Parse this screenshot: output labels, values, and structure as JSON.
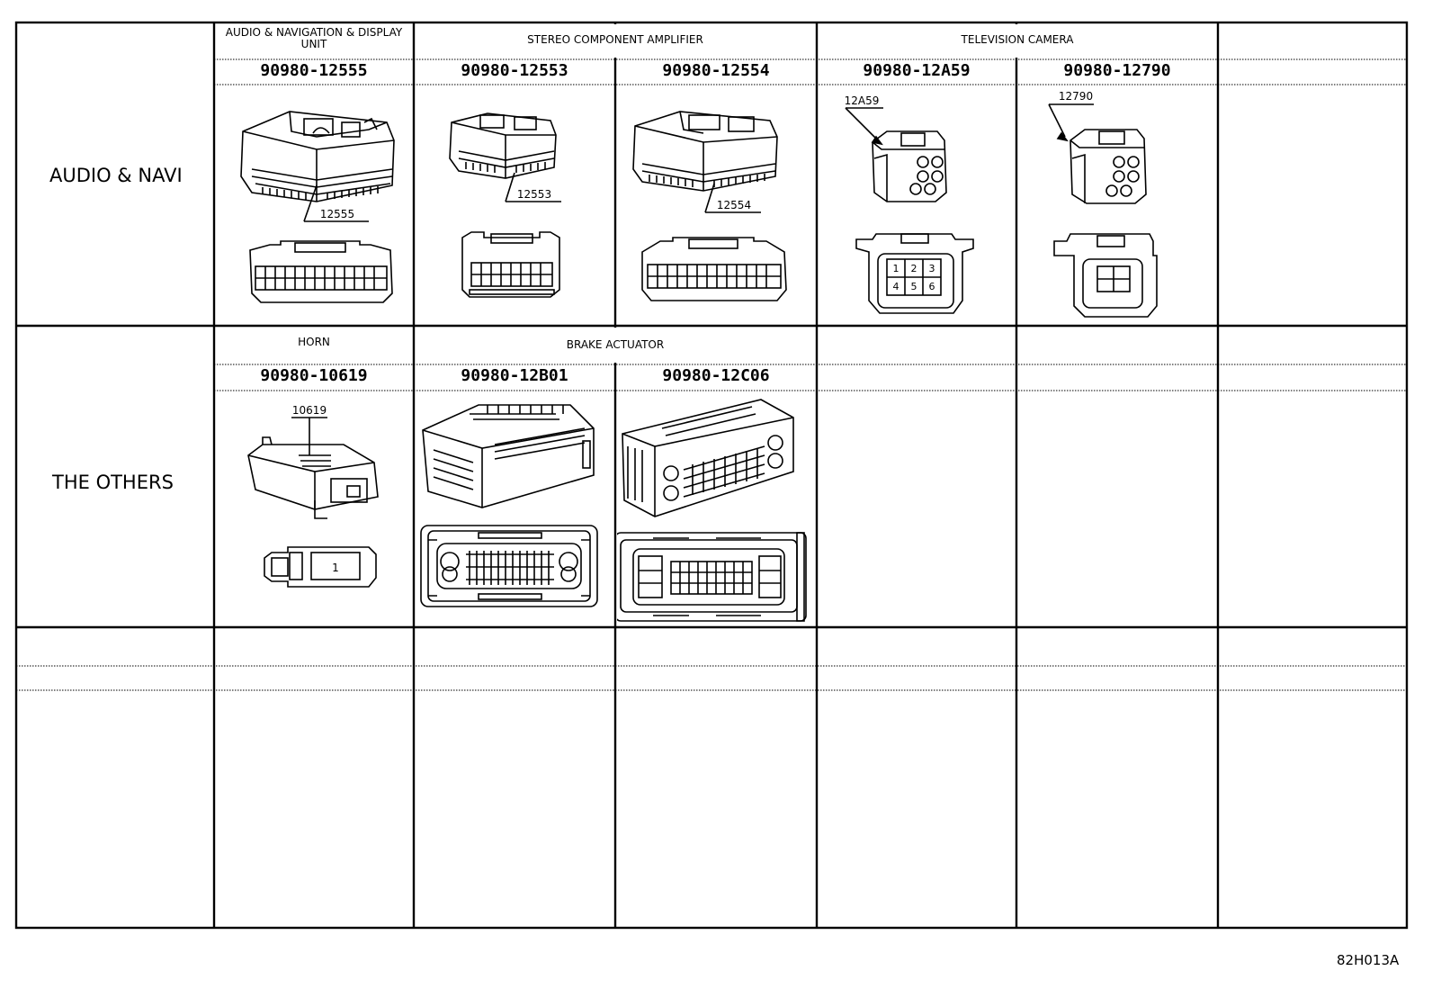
{
  "rows": [
    {
      "label": "AUDIO & NAVI",
      "groups": [
        "AUDIO & NAVIGATION & DISPLAY UNIT",
        "STEREO COMPONENT AMPLIFIER",
        "TELEVISION CAMERA"
      ],
      "parts": [
        {
          "number": "90980-12555",
          "tag": "12555"
        },
        {
          "number": "90980-12553",
          "tag": "12553"
        },
        {
          "number": "90980-12554",
          "tag": "12554"
        },
        {
          "number": "90980-12A59",
          "tag": "12A59"
        },
        {
          "number": "90980-12790",
          "tag": "12790"
        }
      ]
    },
    {
      "label": "THE OTHERS",
      "groups": [
        "HORN",
        "BRAKE ACTUATOR"
      ],
      "parts": [
        {
          "number": "90980-10619",
          "tag": "10619"
        },
        {
          "number": "90980-12B01",
          "tag": ""
        },
        {
          "number": "90980-12C06",
          "tag": ""
        }
      ]
    }
  ],
  "pin_labels": {
    "tv_camera": [
      "1",
      "2",
      "3",
      "4",
      "5",
      "6"
    ],
    "horn": "1"
  },
  "drawing_code": "82H013A"
}
